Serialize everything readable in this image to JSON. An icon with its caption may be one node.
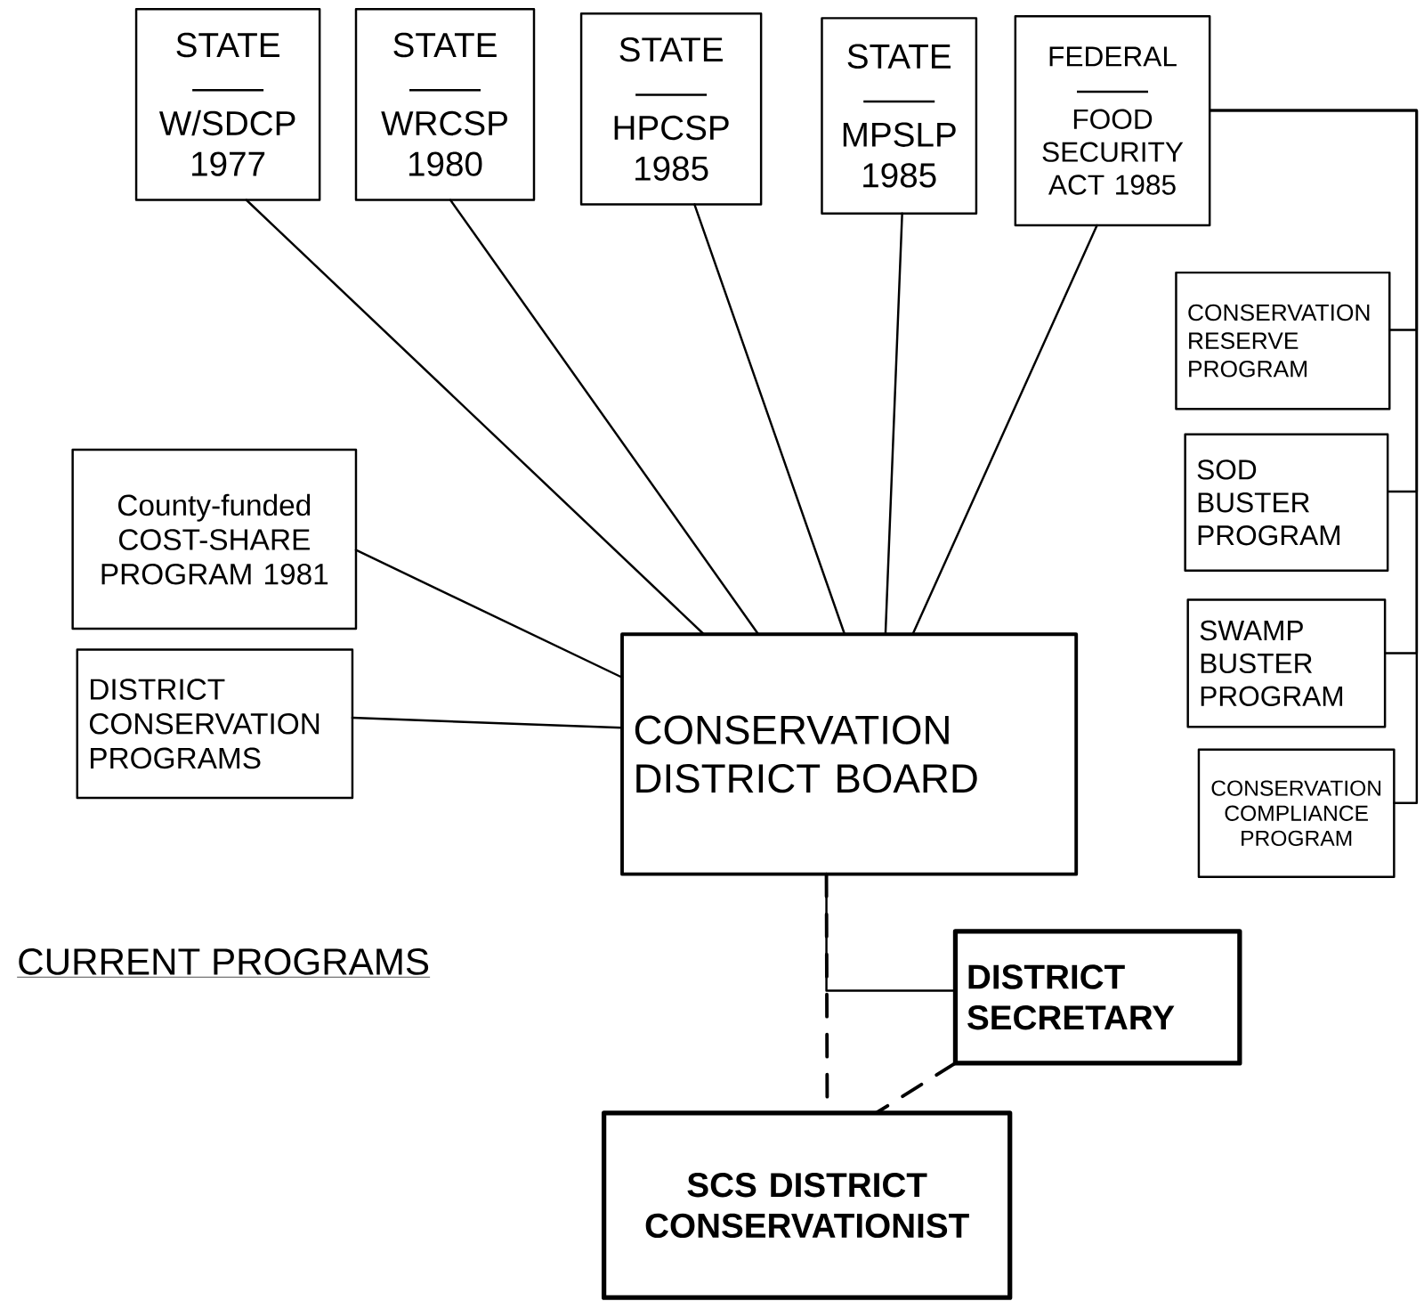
{
  "diagram": {
    "nodes": [
      {
        "text": [
          "STATE",
          "W/SDCP 1977"
        ]
      },
      {
        "text": [
          "STATE",
          "WRCSP 1980"
        ]
      },
      {
        "text": [
          "STATE",
          "HPCSP 1985"
        ]
      },
      {
        "text": [
          "STATE",
          "MPSLP 1985"
        ]
      },
      {
        "text": [
          "FEDERAL",
          "FOOD SECURITY ACT 1985"
        ]
      },
      {
        "text": [
          "CONSERVATION RESERVE PROGRAM"
        ]
      },
      {
        "text": [
          "SOD BUSTER PROGRAM"
        ]
      },
      {
        "text": [
          "SWAMP BUSTER PROGRAM"
        ]
      },
      {
        "text": [
          "CONSERVATION COMPLIANCE PROGRAM"
        ]
      },
      {
        "text": [
          "County-funded COST-SHARE PROGRAM 1981"
        ]
      },
      {
        "text": [
          "DISTRICT CONSERVATION PROGRAMS"
        ]
      },
      {
        "text": [
          "CONSERVATION DISTRICT BOARD"
        ]
      },
      {
        "text": [
          "DISTRICT SECRETARY"
        ]
      },
      {
        "text": [
          "SCS DISTRICT CONSERVATIONIST"
        ]
      }
    ],
    "edges": [
      {
        "from": 0,
        "to": 11,
        "arrow": "none"
      },
      {
        "from": 1,
        "to": 11,
        "arrow": "none"
      },
      {
        "from": 2,
        "to": 11,
        "arrow": "none"
      },
      {
        "from": 3,
        "to": 11,
        "arrow": "none"
      },
      {
        "from": 4,
        "to": 11,
        "arrow": "none"
      },
      {
        "from": 4,
        "to": 5,
        "arrow": "none"
      },
      {
        "from": 4,
        "to": 6,
        "arrow": "none"
      },
      {
        "from": 4,
        "to": 7,
        "arrow": "none"
      },
      {
        "from": 4,
        "to": 8,
        "arrow": "none"
      },
      {
        "from": 9,
        "to": 11,
        "arrow": "none"
      },
      {
        "from": 10,
        "to": 11,
        "arrow": "none"
      },
      {
        "from": 11,
        "to": 12,
        "arrow": "none"
      },
      {
        "from": 11,
        "to": 13,
        "arrow": "none",
        "style": "dashed"
      },
      {
        "from": 12,
        "to": 13,
        "arrow": "none",
        "style": "dashed"
      }
    ],
    "labels": [
      "CURRENT PROGRAMS"
    ]
  }
}
